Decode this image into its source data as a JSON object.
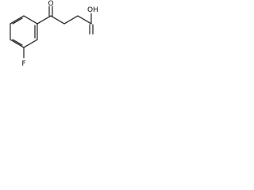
{
  "structure": {
    "atoms": {
      "ketone_oxygen": "O",
      "hydroxyl": "OH",
      "fluorine": "F"
    }
  },
  "colors": {
    "bond": "#000000",
    "label": "#000000",
    "background": "#ffffff"
  }
}
